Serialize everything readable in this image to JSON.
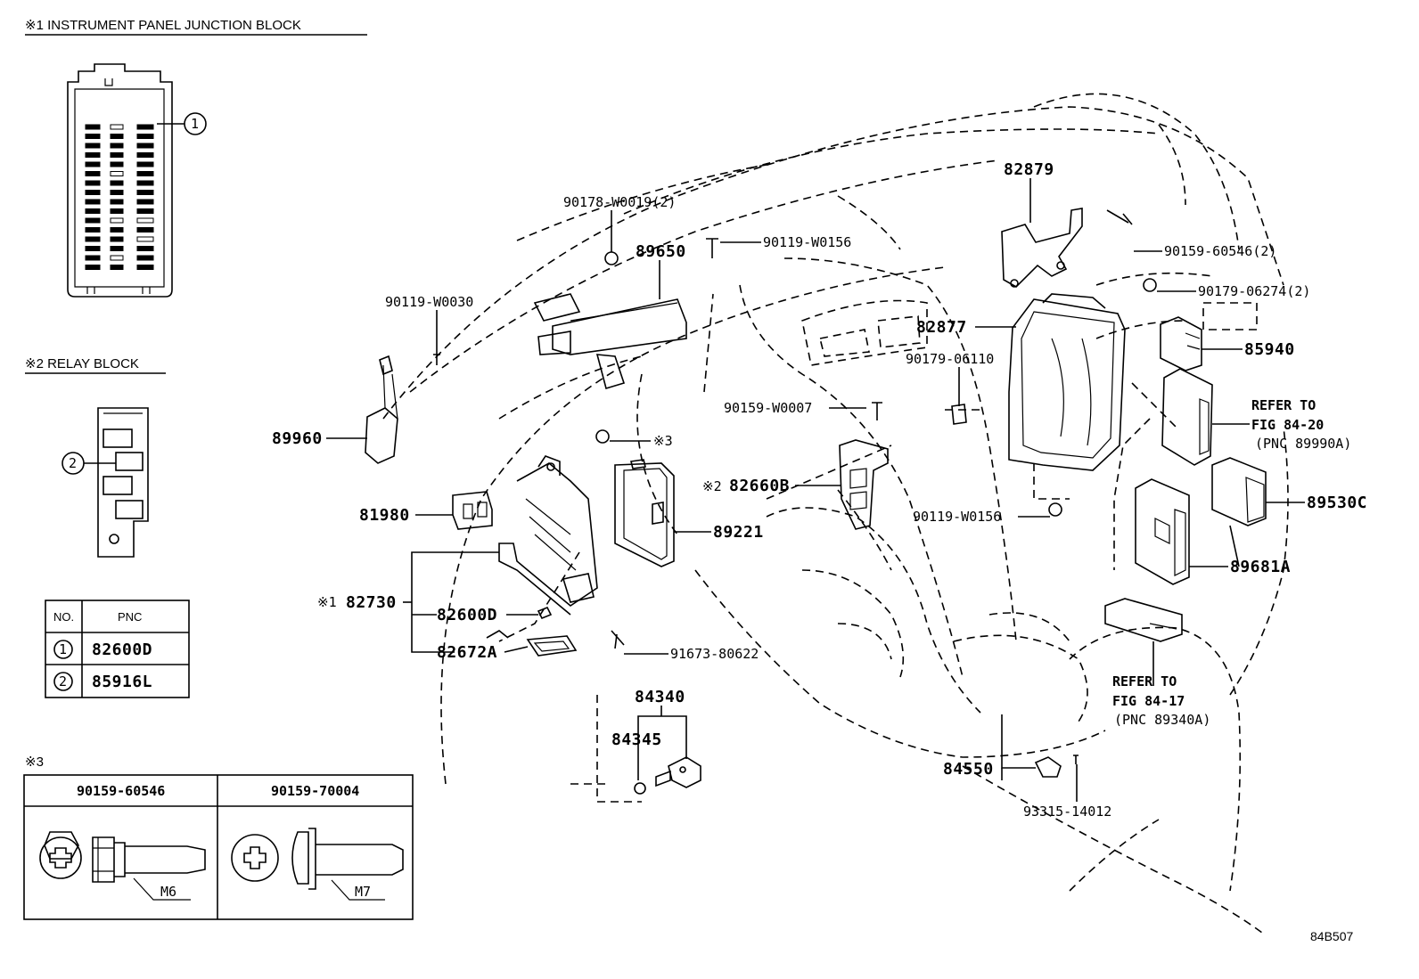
{
  "sections": {
    "junction_block_title": "※1 INSTRUMENT PANEL JUNCTION BLOCK",
    "relay_block_title": "※2 RELAY BLOCK",
    "fastener_title": "※3"
  },
  "callouts": {
    "c1": "1",
    "c2": "2"
  },
  "pnc_table": {
    "headers": [
      "NO.",
      "PNC"
    ],
    "rows": [
      {
        "no": "1",
        "pnc": "82600D"
      },
      {
        "no": "2",
        "pnc": "85916L"
      }
    ]
  },
  "fastener_table": {
    "columns": [
      {
        "part": "90159-60546",
        "size": "M6"
      },
      {
        "part": "90159-70004",
        "size": "M7"
      }
    ]
  },
  "parts": {
    "p90178": "90178-W0019(2)",
    "p89650": "89650",
    "p90119a": "90119-W0156",
    "p90119b": "90119-W0030",
    "p89960": "89960",
    "mark3": "※3",
    "p81980": "81980",
    "p89221": "89221",
    "mark2": "※2",
    "p82660": "82660B",
    "mark1": "※1",
    "p82730": "82730",
    "p82600": "82600D",
    "p82672": "82672A",
    "p91673": "91673-80622",
    "p84340": "84340",
    "p84345": "84345",
    "p90159w": "90159-W0007",
    "p82879": "82879",
    "p90159a": "90159-60546(2)",
    "p90179a": "90179-06274(2)",
    "p82877": "82877",
    "p90179b": "90179-06110",
    "p85940": "85940",
    "ref1_a": "REFER TO",
    "ref1_b": "FIG 84-20",
    "ref1_c": "(PNC 89990A)",
    "p89530": "89530C",
    "p90119c": "90119-W0156",
    "p89681": "89681A",
    "ref2_a": "REFER TO",
    "ref2_b": "FIG 84-17",
    "ref2_c": "(PNC 89340A)",
    "p84550": "84550",
    "p93315": "93315-14012"
  },
  "figure_code": "84B507"
}
